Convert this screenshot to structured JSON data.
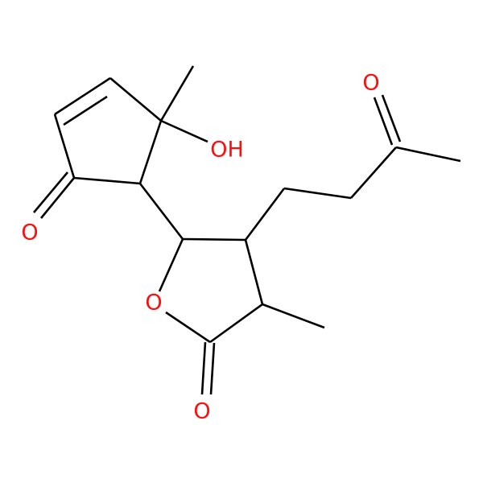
{
  "colors": {
    "background": "#ffffff",
    "bond": "#000000",
    "oxygen": "#ff0d0d"
  },
  "atoms": {
    "hydroxyl": "OH",
    "ketone_ring_oxygen": "O",
    "side_chain_ketone_oxygen": "O",
    "lactone_ring_oxygen": "O",
    "lactone_carbonyl_oxygen": "O"
  }
}
